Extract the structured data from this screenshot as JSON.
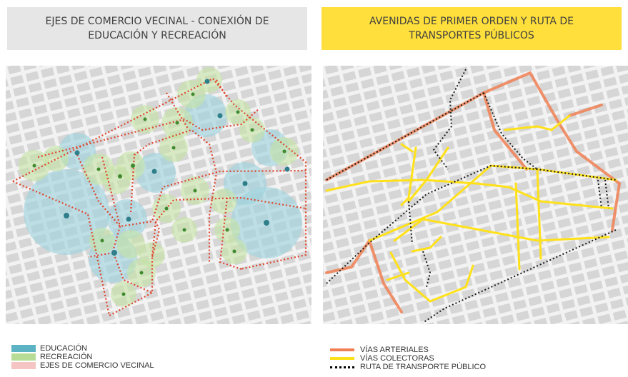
{
  "left_panel": {
    "title": "EJES DE COMERCIO VECINAL - CONEXIÓN DE EDUCACIÓN Y RECREACIÓN",
    "legend": [
      {
        "label": "EDUCACIÓN",
        "color": "#5bb3c4"
      },
      {
        "label": "RECREACIÓN",
        "color": "#b6dc95"
      },
      {
        "label": "EJES DE COMERCIO VECINAL",
        "color": "#f4c5c3"
      }
    ]
  },
  "right_panel": {
    "title": "AVENIDAS DE PRIMER ORDEN Y RUTA DE TRANSPORTES PÚBLICOS",
    "legend": [
      {
        "label": "VÍAS ARTERIALES",
        "color": "#f08054"
      },
      {
        "label": "VÍAS COLECTORAS",
        "color": "#ffe11a"
      },
      {
        "label": "RUTA DE TRANSPORTE PÚBLICO",
        "color": "#000000"
      }
    ]
  },
  "colors": {
    "commerce_axis": "#e0442c",
    "education_dot": "#2f7f8a",
    "recreation_dot": "#3f8a2f",
    "map_block": "#d8d8d8"
  }
}
